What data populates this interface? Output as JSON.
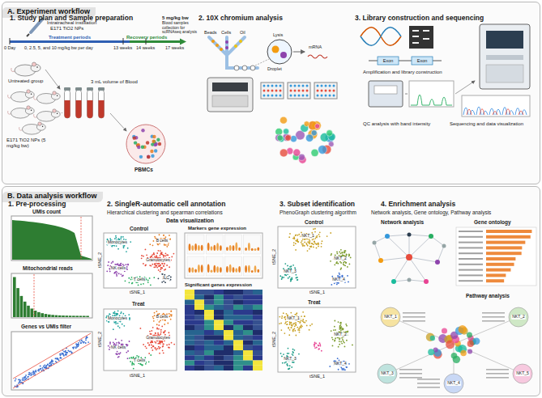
{
  "diagram": {
    "nodes": [
      {
        "text": [
          "A. Experiment workflow"
        ]
      },
      {
        "text": [
          "B. Data analysis workflow"
        ]
      }
    ],
    "labels": [
      "1. Study plan and Sample preparation",
      "Intratracheal instillation",
      "E171 TiO2 NPs",
      "Treatment periods",
      "Recovery periods",
      "5 mg/kg bw",
      "Blood samples collection for scRNAseq analysis",
      "0 Day",
      "0, 2.5, 5, and 10 mg/kg bw per day",
      "13 weeks",
      "14 weeks",
      "17 weeks",
      "Untreated group",
      "3 mL volume of Blood",
      "E171 TiO2 NPs (5 mg/kg bw)",
      "PBMCs",
      "2. 10X chromium analysis",
      "Beads",
      "Cells",
      "Oil",
      "Lysis",
      "Droplet",
      "mRNA",
      "3. Library construction and sequencing",
      "Exon",
      "Exon",
      "Amplification and library construction",
      "QC analysis with band intensity",
      "Sequencing and data visualization",
      "1. Pre-processing",
      "UMIs count",
      "Mitochondrial reads",
      "Genes vs UMIs filter",
      "2. SingleR-automatic cell annotation",
      "Hierarchical clustering and spearman correlations",
      "Data visualization",
      "Control",
      "tSNE_1",
      "tSNE_2",
      "Monocytes",
      "B cells",
      "Granulocytes",
      "NK cells",
      "T cells",
      "ILC",
      "Treat",
      "tSNE_1",
      "tSNE_2",
      "Monocytes",
      "B cells",
      "Granulocytes",
      "NK cells",
      "T cells",
      "Markers gene expression",
      "Significant genes expression",
      "3. Subset identification",
      "PhenoGraph clustering algorithm",
      "Control",
      "tSNE_1",
      "tSNE_2",
      "NKT_1",
      "NKT_2",
      "NKT_3",
      "NKT_4",
      "Treat",
      "tSNE_1",
      "tSNE_2",
      "NKT_1",
      "NKT_2",
      "NKT_3",
      "NKT_4",
      "4. Enrichment analysis",
      "Network analysis, Gene ontology, Pathway analysis",
      "Network analysis",
      "Gene ontology",
      "Pathway analysis",
      "NKT_1",
      "NKT_2",
      "NKT_3",
      "NKT_4",
      "NKT_5"
    ]
  }
}
